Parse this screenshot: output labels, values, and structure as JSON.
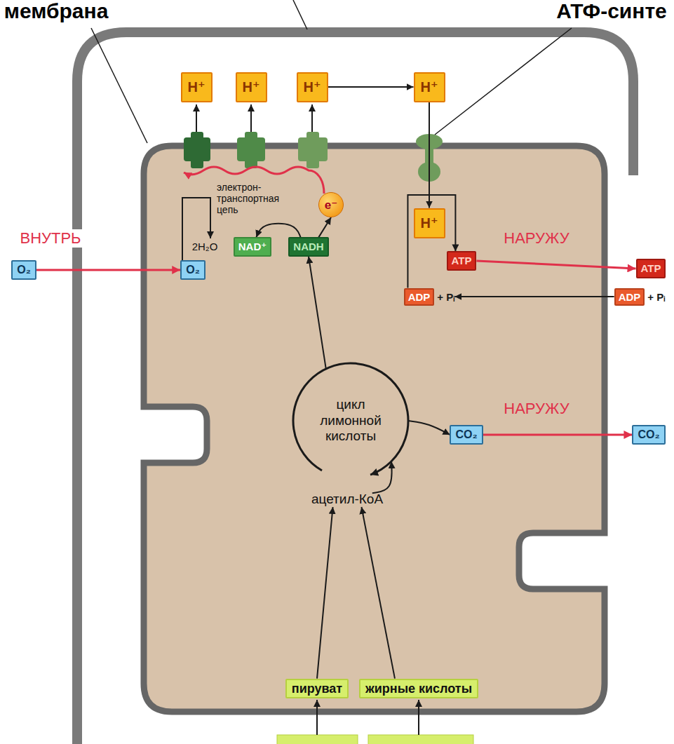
{
  "diagram": {
    "nodes": [
      {
        "text": [
          "H⁺"
        ]
      },
      {
        "text": [
          "H⁺"
        ]
      },
      {
        "text": [
          "H⁺"
        ]
      },
      {
        "text": [
          "H⁺"
        ]
      },
      {
        "text": [
          "e⁻"
        ]
      },
      {
        "text": [
          "H⁺"
        ]
      },
      {
        "text": [
          "NAD⁺"
        ]
      },
      {
        "text": [
          "NADH"
        ]
      },
      {
        "text": [
          "ATP"
        ]
      },
      {
        "text": [
          "ATP"
        ]
      },
      {
        "text": [
          "O₂"
        ]
      },
      {
        "text": [
          "O₂"
        ]
      },
      {
        "text": [
          "ADP",
          "+ Pᵢ"
        ]
      },
      {
        "text": [
          "ADP",
          "+ Pᵢ"
        ]
      },
      {
        "text": [
          "цикл лимонной кислоты"
        ]
      },
      {
        "text": [
          "CO₂"
        ]
      },
      {
        "text": [
          "CO₂"
        ]
      },
      {
        "text": [
          "ацетил-КоА"
        ]
      },
      {
        "text": [
          "пируват"
        ]
      },
      {
        "text": [
          "жирные кислоты"
        ]
      }
    ],
    "edges": [
      {
        "from": 2,
        "to": 3,
        "arrow": "to"
      },
      {
        "from": 3,
        "to": 5,
        "arrow": "to"
      },
      {
        "from": 10,
        "to": 11,
        "arrow": "to"
      },
      {
        "from": 7,
        "to": 4,
        "arrow": "to"
      },
      {
        "from": 7,
        "to": 6,
        "arrow": "to"
      },
      {
        "from": 14,
        "to": 7,
        "arrow": "to"
      },
      {
        "from": 14,
        "to": 15,
        "arrow": "to"
      },
      {
        "from": 15,
        "to": 16,
        "arrow": "to"
      },
      {
        "from": 12,
        "to": 8,
        "arrow": "to"
      },
      {
        "from": 8,
        "to": 9,
        "arrow": "to"
      },
      {
        "from": 13,
        "to": 12,
        "arrow": "to"
      },
      {
        "from": 17,
        "to": 14,
        "arrow": "to"
      },
      {
        "from": 18,
        "to": 17,
        "arrow": "to"
      },
      {
        "from": 19,
        "to": 17,
        "arrow": "to"
      }
    ],
    "labels": [
      "мембрана",
      "АТФ-синте",
      "электрон-транспортная цепь",
      "2H₂O",
      "ВНУТРЬ",
      "НАРУЖУ",
      "НАРУЖУ"
    ]
  }
}
